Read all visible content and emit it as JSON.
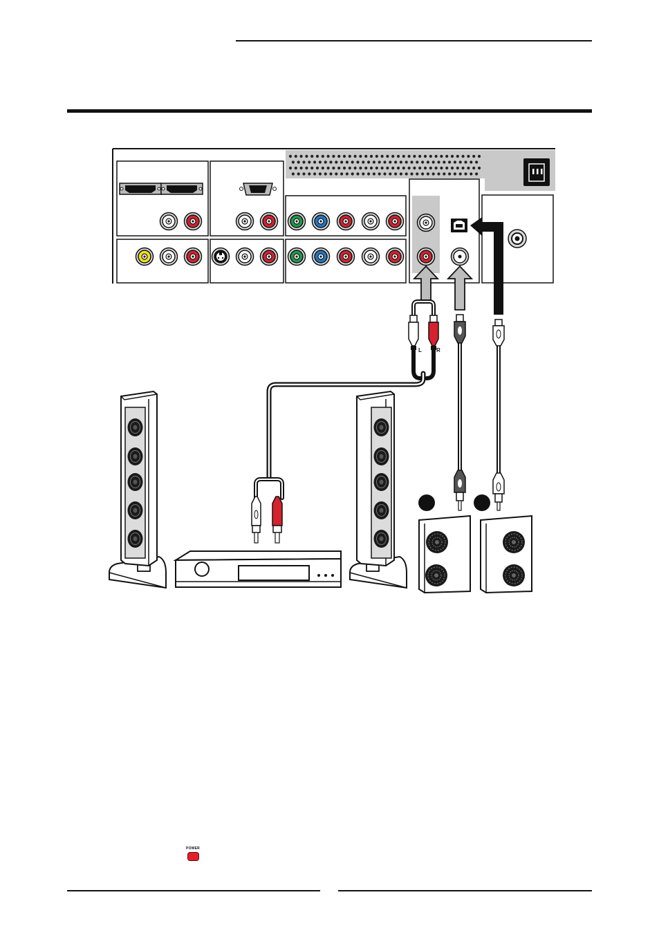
{
  "diagram": {
    "cable_labels": {
      "left": "L",
      "right": "R"
    },
    "power_button_label": "POWER",
    "colors": {
      "jack_red": "#d6222e",
      "jack_white": "#ffffff",
      "jack_green": "#1f9a4a",
      "jack_blue": "#1f78c8",
      "jack_yellow": "#f2e21a",
      "panel_grey": "#c9c9c9",
      "arrow_grey": "#bdbdbd",
      "cable_black": "#111111"
    },
    "icons": [
      "power-socket-icon",
      "optical-port-icon",
      "hdmi-port-icon",
      "vga-port-icon",
      "svideo-port-icon",
      "coax-port-icon"
    ]
  }
}
